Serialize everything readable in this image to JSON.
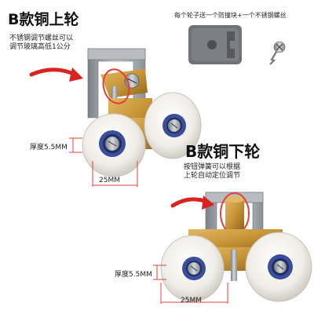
{
  "upper": {
    "title": "B款铜上轮",
    "note_line1": "不锈钢调节螺丝可以",
    "note_line2": "调节玻璃高低1公分",
    "thickness_label": "厚度5.5MM",
    "width_label": "25MM"
  },
  "lower": {
    "title": "B款铜下轮",
    "note_line1": "按钮弹簧可以根据",
    "note_line2": "上轮自动定位调节",
    "thickness_label": "厚度5.5MM",
    "width_label": "25MM"
  },
  "accessory": {
    "caption": "每个轮子送一个防撞块+一个不锈钢螺丝"
  },
  "colors": {
    "brass": "#c9973a",
    "wheel": "#f1efe9",
    "bearing": "#3b4e9c",
    "steel": "#9a9fa6",
    "block": "#6d7074",
    "arrow": "#d8231f",
    "callout": "#e3403b"
  }
}
